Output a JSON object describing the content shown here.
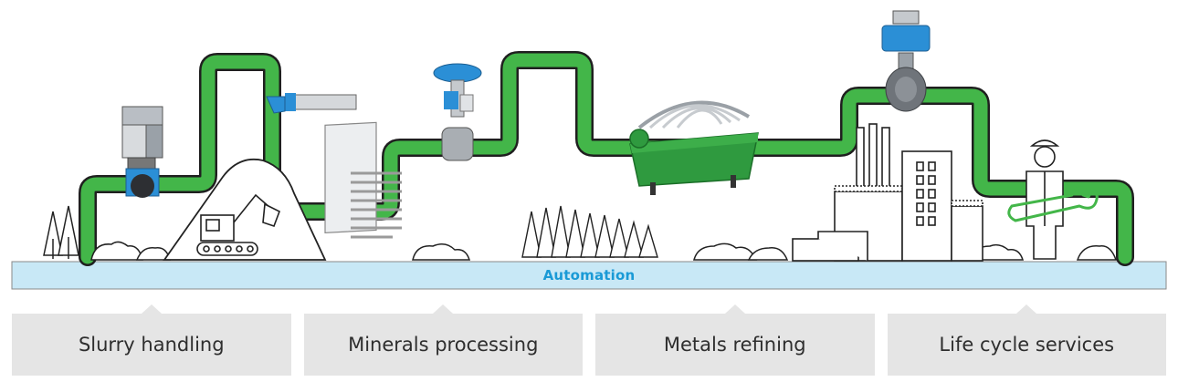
{
  "band": {
    "label": "Automation"
  },
  "categories": [
    {
      "label": "Slurry handling"
    },
    {
      "label": "Minerals processing"
    },
    {
      "label": "Metals refining"
    },
    {
      "label": "Life cycle services"
    }
  ],
  "colors": {
    "pipe": "#43b649",
    "pipe_outline": "#1f1f1f",
    "band": "#c8e8f6",
    "band_border": "#8a8a8a",
    "band_text": "#1a9ad6",
    "box": "#e5e5e5",
    "valve_blue": "#2b8fd6",
    "filter_green": "#2f9a3f"
  }
}
